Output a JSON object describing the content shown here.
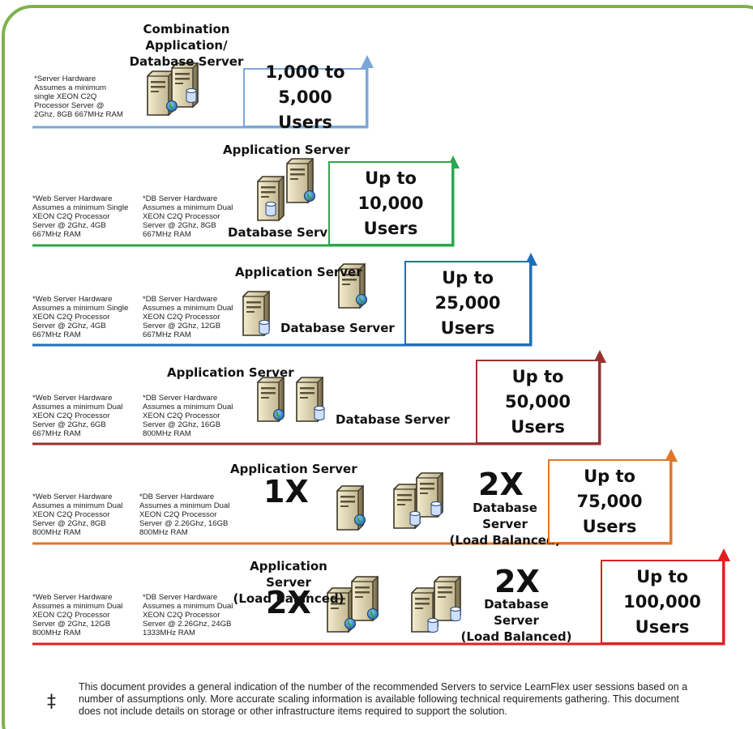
{
  "colors": {
    "border": "#7fb24a",
    "tier1": "#7ba7d8",
    "tier2": "#2aa84a",
    "tier3": "#1e6fb8",
    "tier4": "#983232",
    "tier5": "#e0762a",
    "tier6": "#e02020"
  },
  "tiers": [
    {
      "title": "Combination Application/\nDatabase Server",
      "note": "*Server Hardware\nAssumes a minimum\nsingle XEON C2Q\nProcessor Server @\n2Ghz, 8GB 667MHz RAM",
      "users": "1,000 to 5,000\nUsers"
    },
    {
      "app_label": "Application Server",
      "db_label": "Database Server",
      "web_note": "*Web Server Hardware\nAssumes a minimum Single\nXEON C2Q Processor\nServer @ 2Ghz, 4GB\n667MHz RAM",
      "db_note": "*DB Server Hardware\nAssumes a minimum Dual\nXEON C2Q Processor\nServer @ 2Ghz, 8GB\n667MHz RAM",
      "users": "Up to 10,000\nUsers"
    },
    {
      "app_label": "Application Server",
      "db_label": "Database Server",
      "web_note": "*Web Server Hardware\nAssumes a minimum Single\nXEON C2Q Processor\nServer @ 2Ghz, 4GB\n667MHz RAM",
      "db_note": "*DB Server Hardware\nAssumes a minimum Dual\nXEON C2Q Processor\nServer @ 2Ghz, 12GB\n667MHz RAM",
      "users": "Up to 25,000\nUsers"
    },
    {
      "app_label": "Application Server",
      "db_label": "Database Server",
      "web_note": "*Web Server Hardware\nAssumes a minimum Dual\nXEON C2Q Processor\nServer @ 2Ghz, 6GB\n667MHz RAM",
      "db_note": "*DB Server Hardware\nAssumes a minimum Dual\nXEON C2Q Processor\nServer @ 2Ghz, 16GB\n800MHz RAM",
      "users": "Up to 50,000\nUsers"
    },
    {
      "app_label": "Application Server",
      "app_mult": "1X",
      "db_mult": "2X",
      "db_label": "Database Server\n(Load Balanced)",
      "web_note": "*Web Server Hardware\nAssumes a minimum Dual\nXEON C2Q Processor\nServer @ 2Ghz, 8GB\n800MHz RAM",
      "db_note": "*DB Server Hardware\nAssumes a minimum Dual\nXEON C2Q Processor\nServer @ 2.26Ghz, 16GB\n800MHz RAM",
      "users": "Up to 75,000\nUsers"
    },
    {
      "app_label": "Application Server\n(Load Balanced)",
      "app_mult": "2X",
      "db_mult": "2X",
      "db_label": "Database Server\n(Load Balanced)",
      "web_note": "*Web Server Hardware\nAssumes a minimum Dual\nXEON C2Q Processor\nServer @ 2Ghz, 12GB\n800MHz RAM",
      "db_note": "*DB Server Hardware\nAssumes a minimum Dual\nXEON C2Q Processor\nServer @ 2.26Ghz, 24GB\n1333MHz RAM",
      "users": "Up to 100,000\nUsers"
    }
  ],
  "footer": {
    "symbol": "‡",
    "text": "This document provides a general indication of the number of the recommended Servers to service LearnFlex user sessions based on a number of assumptions only. More accurate scaling information is available following technical requirements gathering. This document does not include details on storage or other infrastructure items required to support the solution."
  }
}
